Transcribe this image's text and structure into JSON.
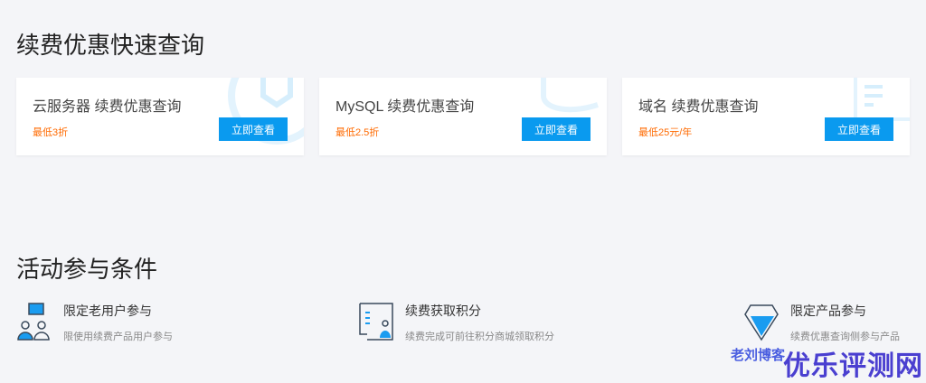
{
  "section1": {
    "title": "续费优惠快速查询"
  },
  "cards": [
    {
      "title": "云服务器 续费优惠查询",
      "price": "最低3折",
      "button": "立即查看"
    },
    {
      "title": "MySQL 续费优惠查询",
      "price": "最低2.5折",
      "button": "立即查看"
    },
    {
      "title": "域名 续费优惠查询",
      "price": "最低25元/年",
      "button": "立即查看"
    }
  ],
  "section2": {
    "title": "活动参与条件"
  },
  "conditions": [
    {
      "title": "限定老用户参与",
      "desc": "限使用续费产品用户参与"
    },
    {
      "title": "续费获取积分",
      "desc": "续费完成可前往积分商城领取积分"
    },
    {
      "title": "限定产品参与",
      "desc": "续费优惠查询侧参与产品"
    }
  ],
  "watermark": {
    "small": "老刘博客",
    "large": "优乐评测网"
  },
  "colors": {
    "accent": "#0a9aef",
    "price": "#ff6a00"
  }
}
